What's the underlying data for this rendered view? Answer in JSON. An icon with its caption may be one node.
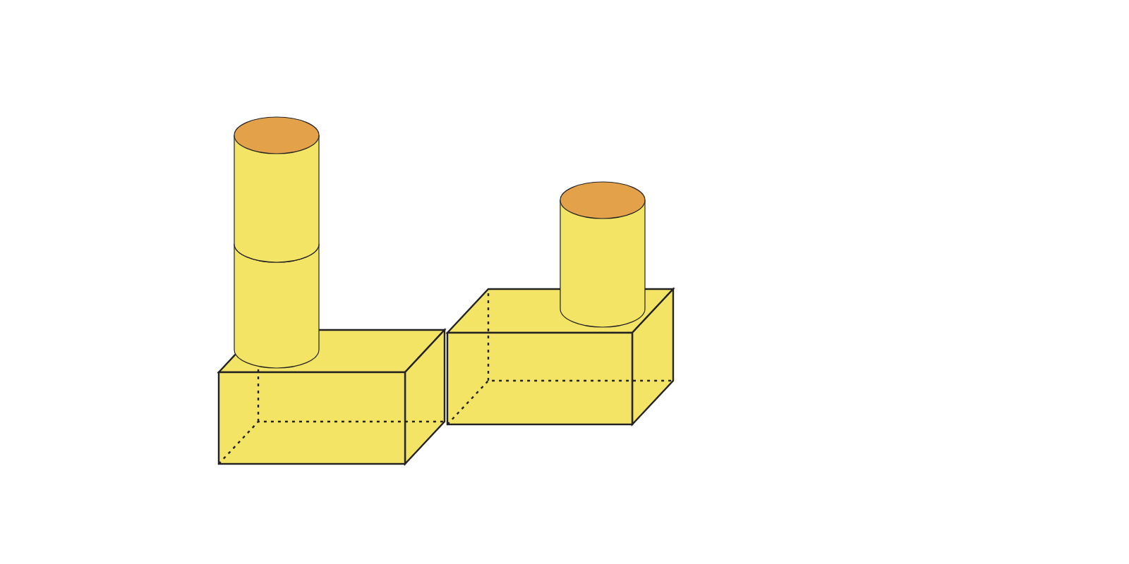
{
  "diagram": {
    "nodes": [
      {
        "text": [],
        "shape": "cylinder"
      },
      {
        "text": [],
        "shape": "cylinder"
      },
      {
        "text": [],
        "shape": "box"
      },
      {
        "text": [],
        "shape": "cylinder"
      },
      {
        "text": [],
        "shape": "box"
      }
    ]
  }
}
